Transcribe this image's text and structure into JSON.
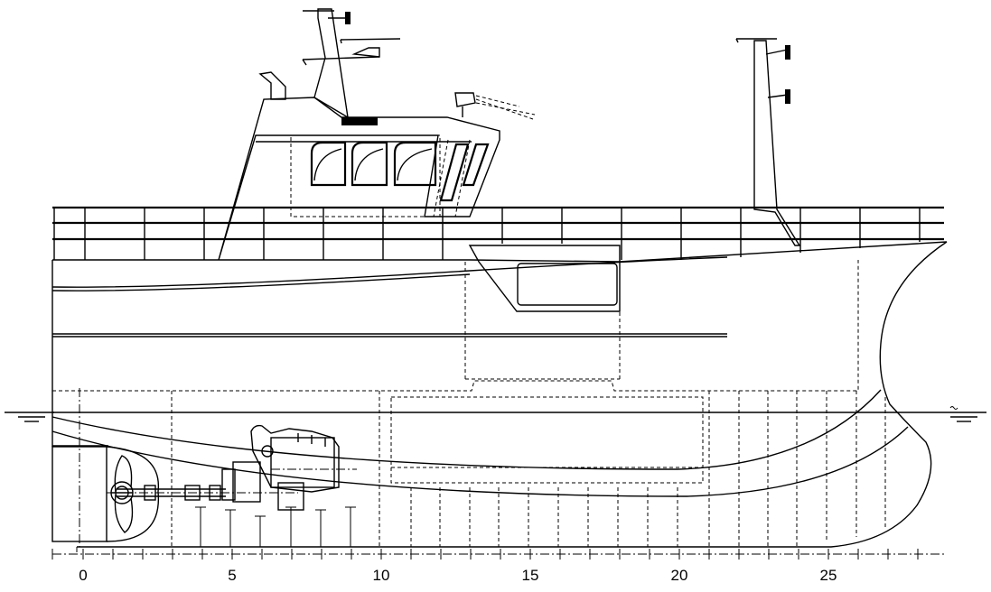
{
  "frame_scale": {
    "labels": [
      "0",
      "5",
      "10",
      "15",
      "20",
      "25"
    ]
  },
  "colors": {
    "line": "#000000",
    "background": "#ffffff"
  }
}
